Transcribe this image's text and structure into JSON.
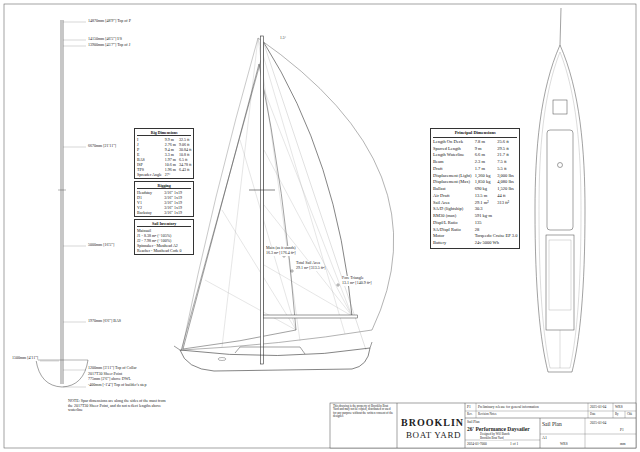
{
  "diagram": {
    "nodes": [
      {
        "text": [
          "Rig Dimensions",
          "I",
          "9.9 m",
          "32.5 ft",
          "J",
          "2.76 m",
          "9.06 ft",
          "P",
          "9.4 m",
          "30.84 ft",
          "E",
          "3.3 m",
          "10.8 ft",
          "BAS",
          "1.97 m",
          "6.5 ft",
          "ISP",
          "10.6 m",
          "34.78 ft",
          "TPS",
          "1.96 m",
          "6.43 ft",
          "Spreader Angle",
          "27°"
        ]
      },
      {
        "text": [
          "Rigging",
          "Headstay",
          "3/16\" 1x19",
          "D1",
          "3/16\" 1x19",
          "V1",
          "3/16\" 1x19",
          "V2",
          "3/16\" 1x19",
          "Backstay",
          "3/16\" 1x19"
        ]
      },
      {
        "text": [
          "Sail Inventory",
          "Mainsail",
          "J1 - 8.38 m² (~105%)",
          "J2 - 7.98 m² (~100%)",
          "Spinnaker - Masthead A2",
          "Reacher - Masthead Code 0"
        ]
      },
      {
        "text": [
          "Principal Dimensions",
          "Length On Deck",
          "7.8 m",
          "25.6 ft",
          "Sparred Length",
          "9 m",
          "29.5 ft",
          "Length Waterline",
          "6.6 m",
          "21.7 ft",
          "Beam",
          "2.3 m",
          "7.5 ft",
          "Draft",
          "1.7 m",
          "5.5 ft",
          "Displacement (Light)",
          "1,360 kg",
          "3,000 lbs",
          "Displacement (Max)",
          "1,850 kg",
          "4,080 lbs",
          "Ballast",
          "690 kg",
          "1,520 lbs",
          "Air Draft",
          "13.5 m",
          "44 ft",
          "Sail Area",
          "29.1 m²",
          "313 ft²",
          "SA/D (lightship)",
          "30.3",
          "RM30 (max)",
          "591 kg·m",
          "Displ/L Ratio",
          "135",
          "SA/Displ Ratio",
          "28",
          "Motor",
          "Torqeedo Cruise EP 3.0",
          "Battery",
          "24v 5000 Wh"
        ]
      }
    ],
    "labels": [
      "14870mm [48'9\"] Top of P",
      "14150mm [46'5\"] I/S",
      "13900mm [45'7\"] Top of J",
      "6670mm [21'11\"]",
      "5000mm [16'5\"]",
      "1970mm [6'6\"] BAS",
      "1200mm [3'11\"] Top of Collar",
      "2017T30 Sheer Point",
      "775mm [2'6\"] above DWL",
      "1500mm [4'11\"]",
      "-400mm [-1'4\"] Top of builder's step",
      "NOTE: Spar dimensions are along the sides of the mast from the 2017T30 Sheer Point, and do not reflect lengths above waterline",
      "Main (as it stands)",
      "16.3 m² [176.4 ft²]",
      "Total Sail Area",
      "29.1 m² [313.5 ft²]",
      "Fore Triangle",
      "13.1 m² [140.9 ft²]",
      "1.5°",
      "This drawing is the property of Brooklin Boat Yard and may not be copied, distributed or used for any purpose without the written consent of the designer.",
      "BROOKLIN",
      "BOAT YARD",
      "P1",
      "Preliminary release for general information",
      "2025-01-04",
      "WRS",
      "Rev.",
      "Revision Notes",
      "Date",
      "By",
      "Chk",
      "Sail Plan",
      "26' Performance Daysailer",
      "Designed by Will Bunch",
      "Brooklin Boat Yard",
      "2024-01-7000",
      "1 of 1",
      "Sail Plan",
      "2025-01-04",
      "P1",
      "A1",
      "WRS",
      "mm"
    ]
  }
}
